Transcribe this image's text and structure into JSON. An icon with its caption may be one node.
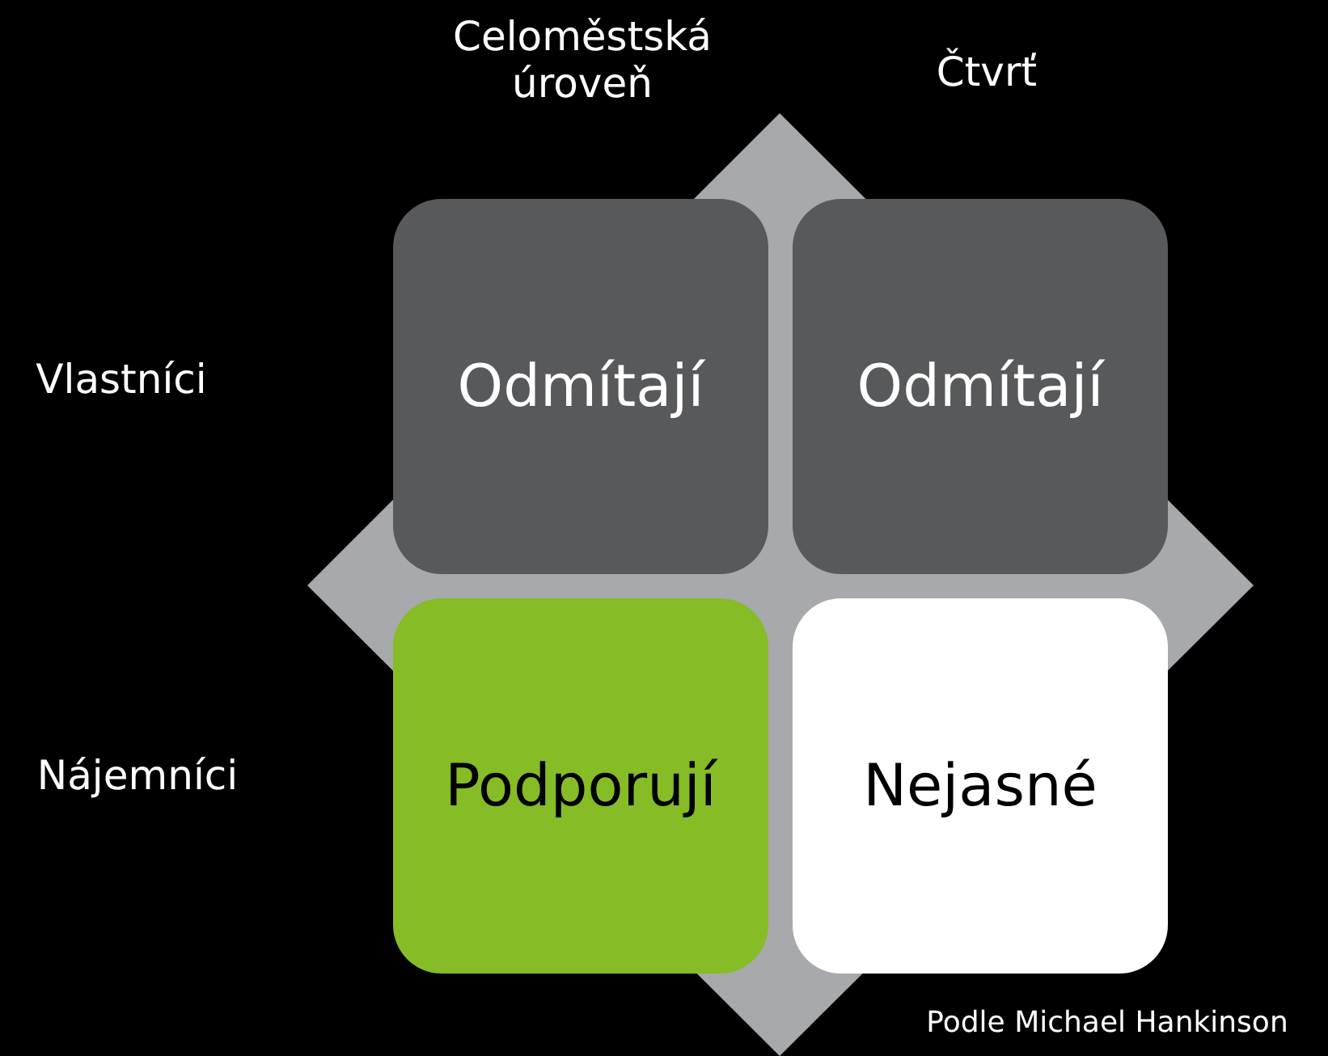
{
  "diagram": {
    "nodes": [
      {
        "text": [
          "Odmítají"
        ]
      },
      {
        "text": [
          "Odmítají"
        ]
      },
      {
        "text": [
          "Podporují"
        ]
      },
      {
        "text": [
          "Nejasné"
        ]
      }
    ],
    "labels": [
      "Celoměstská úroveň",
      "Čtvrť",
      "Vlastníci",
      "Nájemníci",
      "Podle Michael Hankinson"
    ]
  }
}
